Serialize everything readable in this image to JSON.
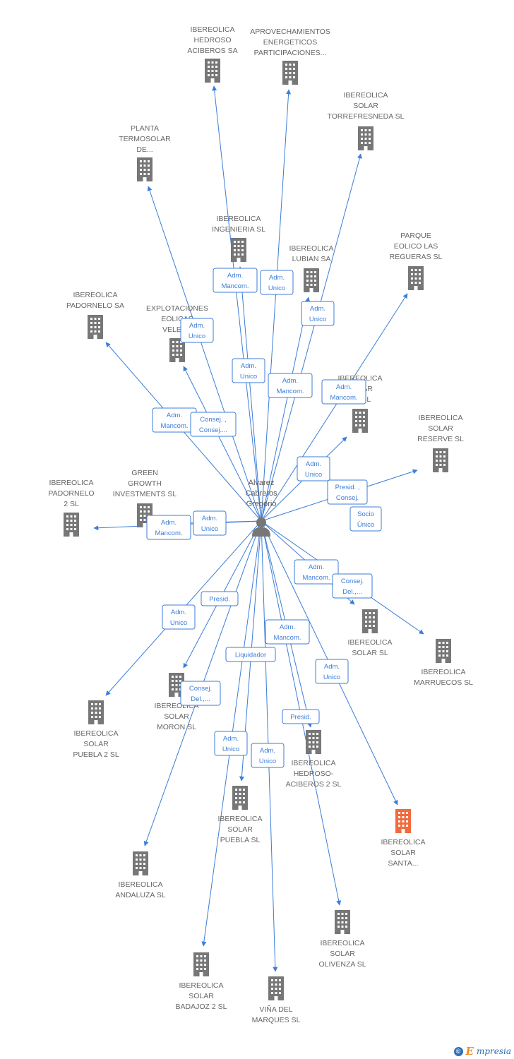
{
  "center": {
    "name_lines": [
      "Alvarez",
      "Cabreros",
      "Gregorio"
    ],
    "icon": "person-icon"
  },
  "colors": {
    "edge": "#3b7dd8",
    "building": "#777777",
    "highlight": "#f26a3d"
  },
  "companies": [
    {
      "id": "hedroso-aciberos",
      "lines": [
        "IBEREOLICA",
        "HEDROSO",
        "ACIBEROS SA"
      ]
    },
    {
      "id": "aprovechamientos",
      "lines": [
        "APROVECHAMIENTOS",
        "ENERGETICOS",
        "PARTICIPACIONES..."
      ]
    },
    {
      "id": "torrefresneda",
      "lines": [
        "IBEREOLICA",
        "SOLAR",
        "TORREFRESNEDA SL"
      ]
    },
    {
      "id": "planta-termosolar",
      "lines": [
        "PLANTA",
        "TERMOSOLAR",
        "DE..."
      ]
    },
    {
      "id": "ingenieria",
      "lines": [
        "IBEREOLICA",
        "INGENIERIA  SL"
      ]
    },
    {
      "id": "lubian",
      "lines": [
        "IBEREOLICA",
        "LUBIAN SA"
      ]
    },
    {
      "id": "regueras",
      "lines": [
        "PARQUE",
        "EOLICO LAS",
        "REGUERAS SL"
      ]
    },
    {
      "id": "padornelo-sa",
      "lines": [
        "IBEREOLICA",
        "PADORNELO SA"
      ]
    },
    {
      "id": "explotaciones",
      "lines": [
        "EXPLOTACIONES",
        "EOLICAS",
        "VELEZ..."
      ]
    },
    {
      "id": "solar-1",
      "lines": [
        "IBEREOLICA",
        "SOLAR",
        "...1 SL"
      ]
    },
    {
      "id": "reserve",
      "lines": [
        "IBEREOLICA",
        "SOLAR",
        "RESERVE SL"
      ]
    },
    {
      "id": "padornelo-2",
      "lines": [
        "IBEREOLICA",
        "PADORNELO",
        "2 SL"
      ]
    },
    {
      "id": "green-growth",
      "lines": [
        "GREEN",
        "GROWTH",
        "INVESTMENTS SL"
      ]
    },
    {
      "id": "solar-sl",
      "lines": [
        "IBEREOLICA",
        "SOLAR SL"
      ]
    },
    {
      "id": "marruecos",
      "lines": [
        "IBEREOLICA",
        "MARRUECOS SL"
      ]
    },
    {
      "id": "puebla-2",
      "lines": [
        "IBEREOLICA",
        "SOLAR",
        "PUEBLA 2 SL"
      ]
    },
    {
      "id": "moron",
      "lines": [
        "IBEREOLICA",
        "SOLAR",
        "MORON SL"
      ]
    },
    {
      "id": "hedroso-2",
      "lines": [
        "IBEREOLICA",
        "HEDROSO-",
        "ACIBEROS 2 SL"
      ]
    },
    {
      "id": "santa",
      "lines": [
        "IBEREOLICA",
        "SOLAR",
        "SANTA..."
      ],
      "highlight": true
    },
    {
      "id": "puebla",
      "lines": [
        "IBEREOLICA",
        "SOLAR",
        "PUEBLA SL"
      ]
    },
    {
      "id": "andaluza",
      "lines": [
        "IBEREOLICA",
        "ANDALUZA SL"
      ]
    },
    {
      "id": "olivenza",
      "lines": [
        "IBEREOLICA",
        "SOLAR",
        "OLIVENZA SL"
      ]
    },
    {
      "id": "badajoz-2",
      "lines": [
        "IBEREOLICA",
        "SOLAR",
        "BADAJOZ 2 SL"
      ]
    },
    {
      "id": "vina",
      "lines": [
        "VIÑA DEL",
        "MARQUES  SL"
      ]
    }
  ],
  "roles": [
    {
      "lines": [
        "Adm.",
        "Mancom."
      ]
    },
    {
      "lines": [
        "Adm.",
        "Unico"
      ]
    },
    {
      "lines": [
        "Adm.",
        "Unico"
      ]
    },
    {
      "lines": [
        "Adm.",
        "Unico"
      ]
    },
    {
      "lines": [
        "Adm.",
        "Unico"
      ]
    },
    {
      "lines": [
        "Adm.",
        "Mancom."
      ]
    },
    {
      "lines": [
        "Adm.",
        "Mancom."
      ]
    },
    {
      "lines": [
        "Adm.",
        "Mancom."
      ]
    },
    {
      "lines": [
        "Consej. ,",
        "Consej...."
      ]
    },
    {
      "lines": [
        "Adm.",
        "Unico"
      ]
    },
    {
      "lines": [
        "Presid. ,",
        "Consej."
      ]
    },
    {
      "lines": [
        "Socio",
        "Único"
      ]
    },
    {
      "lines": [
        "Adm.",
        "Mancom."
      ]
    },
    {
      "lines": [
        "Adm.",
        "Unico"
      ]
    },
    {
      "lines": [
        "Adm.",
        "Mancom."
      ]
    },
    {
      "lines": [
        "Consej.",
        "Del.,..."
      ]
    },
    {
      "lines": [
        "Adm.",
        "Unico"
      ]
    },
    {
      "lines": [
        "Presid."
      ]
    },
    {
      "lines": [
        "Adm.",
        "Mancom."
      ]
    },
    {
      "lines": [
        "Liquidador"
      ]
    },
    {
      "lines": [
        "Consej.",
        "Del.,..."
      ]
    },
    {
      "lines": [
        "Adm.",
        "Unico"
      ]
    },
    {
      "lines": [
        "Presid."
      ]
    },
    {
      "lines": [
        "Adm.",
        "Unico"
      ]
    },
    {
      "lines": [
        "Adm.",
        "Unico"
      ]
    }
  ],
  "footer": {
    "symbol": "©",
    "brand_initial": "E",
    "brand_rest": "mpresia"
  }
}
